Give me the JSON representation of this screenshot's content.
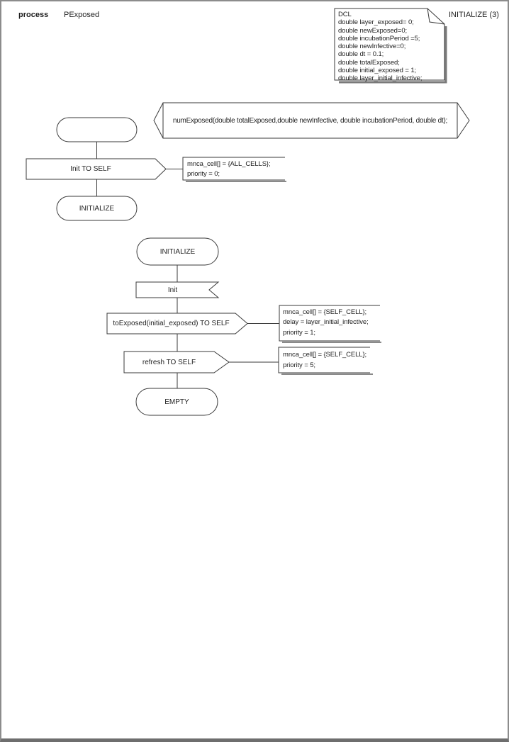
{
  "page": {
    "kind_label": "process",
    "process_name": "PExposed",
    "page_label": "INITIALIZE (3)"
  },
  "dcl_note": {
    "lines": [
      "DCL",
      "double layer_exposed= 0;",
      "double newExposed=0;",
      "double incubationPeriod =5;",
      "double newInfective=0;",
      "double dt = 0.1;",
      "double totalExposed;",
      "double initial_exposed = 1;",
      "double layer_initial_infective;"
    ]
  },
  "signature_box": {
    "text": "numExposed(double totalExposed,double newInfective, double incubationPeriod, double dt);"
  },
  "start_flow": {
    "output_label": "Init TO SELF",
    "output_comment_lines": [
      "mnca_cell[] = {ALL_CELLS};",
      "priority = 0;"
    ],
    "next_state_label": "INITIALIZE"
  },
  "initialize_flow": {
    "state_label": "INITIALIZE",
    "input_label": "Init",
    "output1_label": "toExposed(initial_exposed) TO SELF",
    "output1_comment_lines": [
      "mnca_cell[] = {SELF_CELL};",
      "delay = layer_initial_infective;",
      "priority = 1;"
    ],
    "output2_label": "refresh TO SELF",
    "output2_comment_lines": [
      "mnca_cell[] = {SELF_CELL};",
      "priority = 5;"
    ],
    "next_state_label": "EMPTY"
  }
}
